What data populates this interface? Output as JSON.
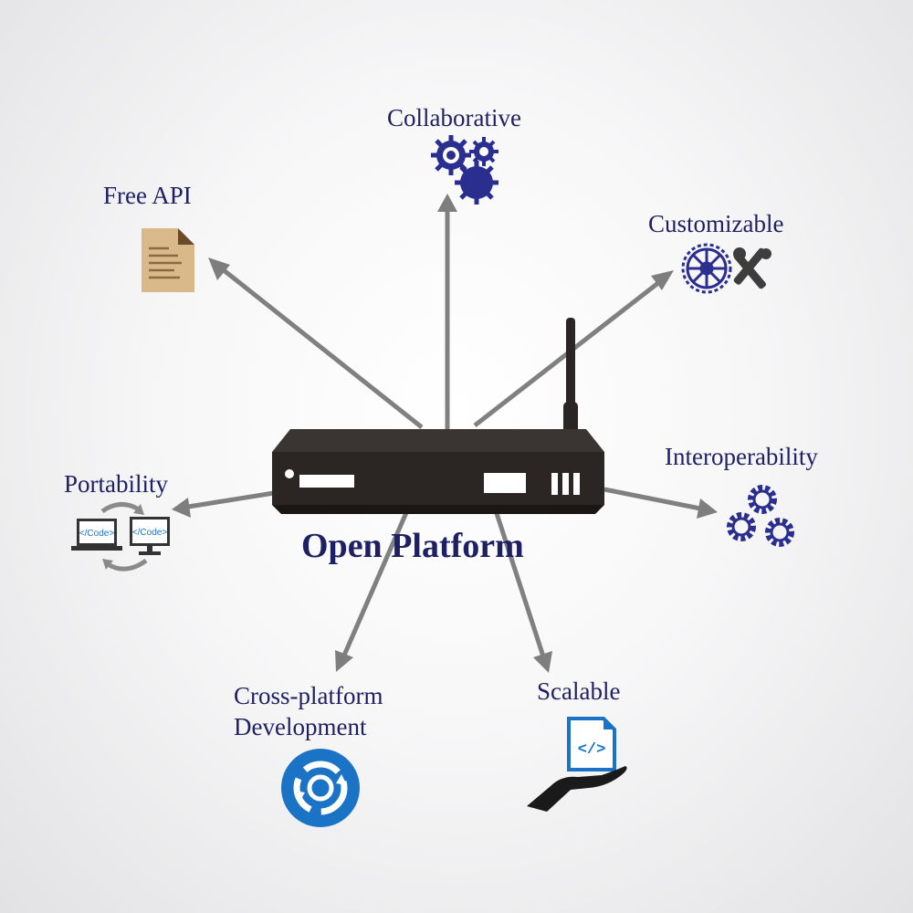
{
  "center_title": "Open Platform",
  "features": {
    "collaborative": {
      "label": "Collaborative",
      "icon": "gears-icon"
    },
    "free_api": {
      "label": "Free API",
      "icon": "document-icon"
    },
    "customizable": {
      "label": "Customizable",
      "icon": "gear-and-tools-icon"
    },
    "interoperability": {
      "label": "Interoperability",
      "icon": "gears-icon"
    },
    "portability": {
      "label": "Portability",
      "icon": "laptop-monitor-sync-icon"
    },
    "cross_platform": {
      "label_line1": "Cross-platform",
      "label_line2": "Development",
      "icon": "sync-circle-icon"
    },
    "scalable": {
      "label": "Scalable",
      "icon": "hand-code-file-icon"
    }
  },
  "code_tag": "</Code>",
  "code_symbol": "</>",
  "colors": {
    "label": "#1f1f63",
    "arrow": "#7e7e7e",
    "device": "#2b2624",
    "gear": "#2a2f8f",
    "blue": "#1a73c4",
    "paper": "#d9b98a"
  }
}
